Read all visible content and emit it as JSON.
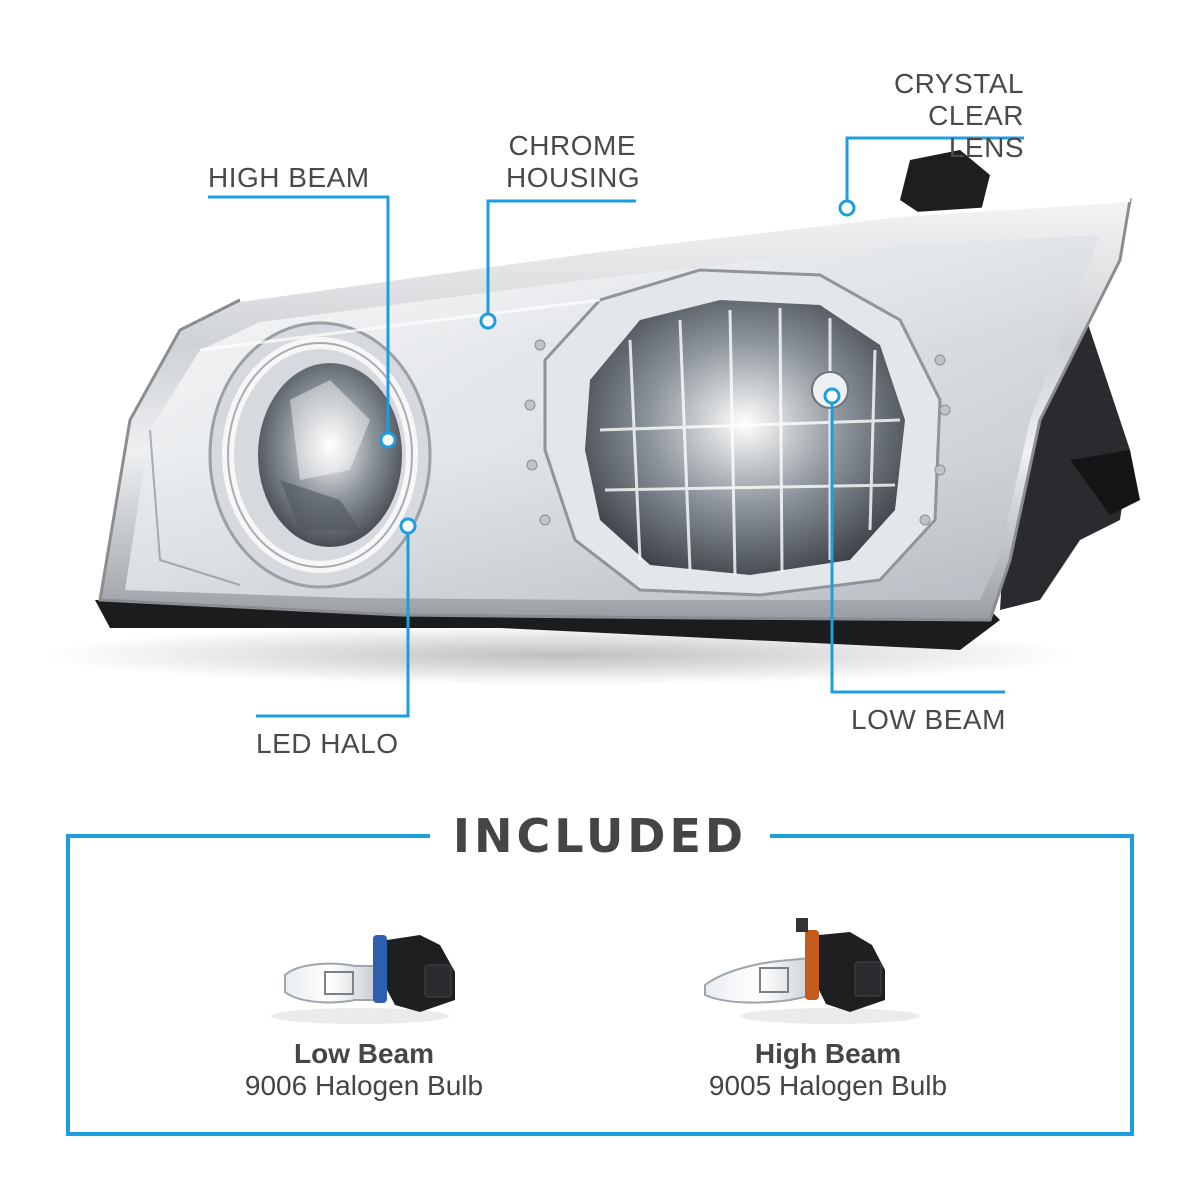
{
  "accent_color": "#1d9ee0",
  "callouts": {
    "high_beam": "HIGH BEAM",
    "chrome_housing": [
      "CHROME",
      "HOUSING"
    ],
    "crystal_clear_lens": [
      "CRYSTAL",
      "CLEAR LENS"
    ],
    "led_halo": "LED HALO",
    "low_beam": "LOW BEAM"
  },
  "included": {
    "title": "INCLUDED",
    "bulbs": [
      {
        "name": "Low Beam",
        "description": "9006 Halogen Bulb",
        "socket_color": "#2e5fb0"
      },
      {
        "name": "High Beam",
        "description": "9005 Halogen Bulb",
        "socket_color": "#c45a1c"
      }
    ]
  }
}
